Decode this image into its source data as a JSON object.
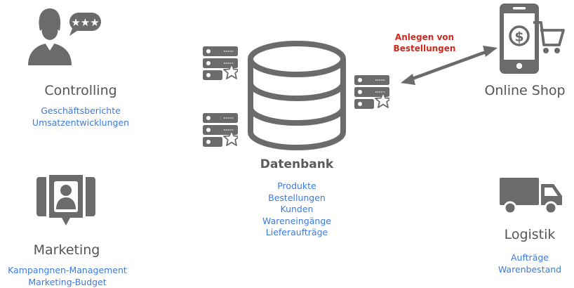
{
  "colors": {
    "icon": "#6b6b6b",
    "accent_text": "#3b7be0",
    "annotation": "#cc2a1e",
    "heading": "#555555"
  },
  "controlling": {
    "icon": "person-speech-bubble-icon",
    "title": "Controlling",
    "items": [
      "Geschäftsberichte",
      "Umsatzentwicklungen"
    ]
  },
  "marketing": {
    "icon": "profile-badge-icon",
    "title": "Marketing",
    "items": [
      "Kampangnen-Management",
      "Marketing-Budget"
    ]
  },
  "datenbank": {
    "icon": "database-icon",
    "title": "Datenbank",
    "items": [
      "Produkte",
      "Bestellungen",
      "Kunden",
      "Wareneingänge",
      "Lieferaufträge"
    ]
  },
  "online_shop": {
    "icon": "smartphone-cart-icon",
    "title": "Online Shop"
  },
  "logistik": {
    "icon": "truck-icon",
    "title": "Logistik",
    "items": [
      "Aufträge",
      "Warenbestand"
    ]
  },
  "connection": {
    "label_line1": "Anlegen von",
    "label_line2": "Bestellungen"
  }
}
